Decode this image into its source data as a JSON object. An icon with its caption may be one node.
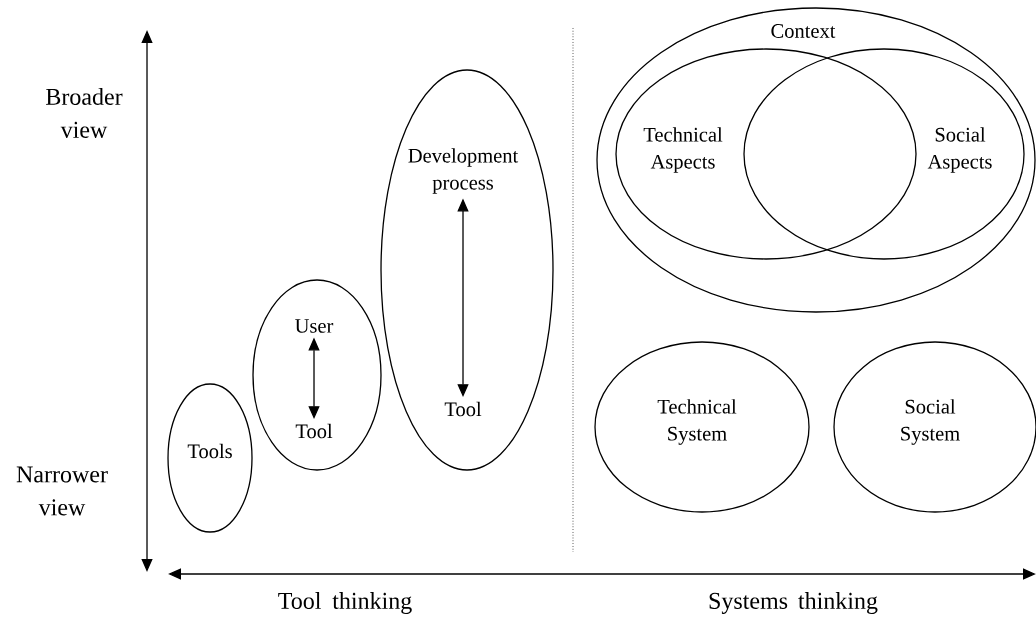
{
  "diagram": {
    "nodes": [
      {
        "text": [
          "Tools"
        ]
      },
      {
        "text": [],
        "shape": "ellipse"
      },
      {
        "text": [
          "User"
        ],
        "in": 1
      },
      {
        "text": [
          "Tool"
        ],
        "in": 1
      },
      {
        "text": [],
        "shape": "ellipse"
      },
      {
        "text": [
          "Development process"
        ],
        "in": 4
      },
      {
        "text": [
          "Tool"
        ],
        "in": 4
      },
      {
        "text": [
          "Context"
        ]
      },
      {
        "text": [
          "Technical Aspects"
        ],
        "in": 7
      },
      {
        "text": [
          "Social Aspects"
        ],
        "in": 7
      },
      {
        "text": [
          "Technical System"
        ]
      },
      {
        "text": [
          "Social System"
        ]
      }
    ],
    "edges": [
      {
        "from": 2,
        "to": 3,
        "arrow": "both"
      },
      {
        "from": 5,
        "to": 6,
        "arrow": "both"
      }
    ],
    "labels": [
      "Broader view",
      "Narrower view",
      "Tool thinking",
      "Systems thinking"
    ]
  }
}
